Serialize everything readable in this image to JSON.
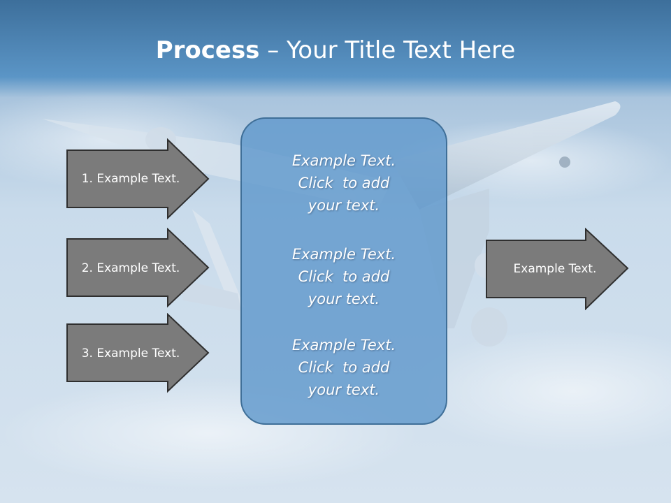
{
  "title": {
    "strong": "Process",
    "rest": " – Your Title Text Here"
  },
  "left_arrows": [
    {
      "label": "1. Example Text."
    },
    {
      "label": "2. Example Text."
    },
    {
      "label": "3. Example Text."
    }
  ],
  "center_box": {
    "blocks": [
      {
        "lines": [
          "Example Text.",
          "Click  to add",
          "your text."
        ]
      },
      {
        "lines": [
          "Example Text.",
          "Click  to add",
          "your text."
        ]
      },
      {
        "lines": [
          "Example Text.",
          "Click  to add",
          "your text."
        ]
      }
    ]
  },
  "right_arrow": {
    "label": "Example Text."
  },
  "colors": {
    "arrow_fill": "#7b7b7b",
    "arrow_stroke": "#2f2f2f",
    "box_fill": "#6098cc",
    "box_stroke": "#3f6f98"
  }
}
